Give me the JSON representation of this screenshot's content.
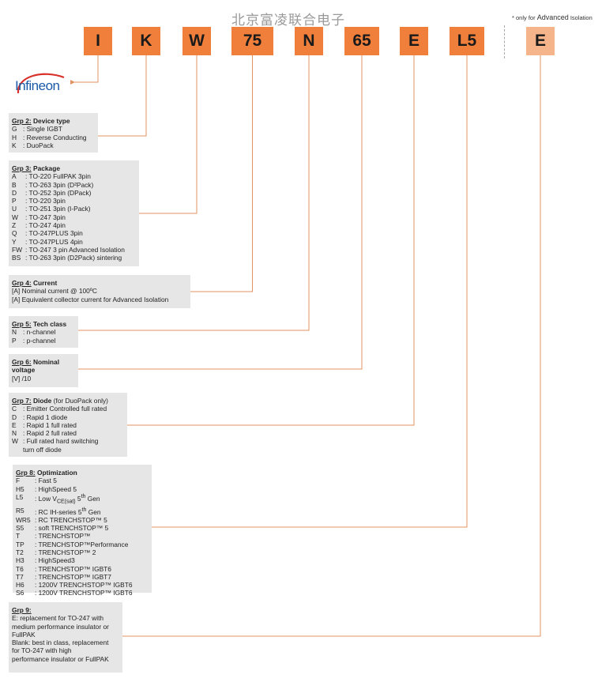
{
  "watermark": "北京富凌联合电子",
  "note": {
    "small": "* only for",
    "big": "Advanced",
    "rest": "Isolation"
  },
  "code": [
    {
      "label": "I",
      "light": false
    },
    {
      "label": "K",
      "light": false
    },
    {
      "label": "W",
      "light": false
    },
    {
      "label": "75",
      "light": false
    },
    {
      "label": "N",
      "light": false
    },
    {
      "label": "65",
      "light": false
    },
    {
      "label": "E",
      "light": false
    },
    {
      "label": "L5",
      "light": false
    },
    {
      "label": "E",
      "light": true
    }
  ],
  "logo": {
    "text": "Infineon",
    "brand_color": "#1b5aa8",
    "swoosh_color": "#d9302b"
  },
  "colors": {
    "accent": "#f07f3c",
    "accent_light": "#f6b48a",
    "panel": "#e6e6e6",
    "connector": "#e09360"
  },
  "groups": [
    {
      "title_u": "Grp 2:",
      "title": " Device type",
      "title_suffix": "",
      "rows": [
        [
          "G",
          ": Single IGBT"
        ],
        [
          "H",
          ": Reverse Conducting"
        ],
        [
          "K",
          ": DuoPack"
        ]
      ]
    },
    {
      "title_u": "Grp 3:",
      "title": " Package",
      "title_suffix": "",
      "rows": [
        [
          "A",
          ": TO-220 FullPAK 3pin"
        ],
        [
          "B",
          ": TO-263 3pin (D²Pack)"
        ],
        [
          "D",
          ": TO-252 3pin (DPack)"
        ],
        [
          "P",
          ": TO-220 3pin"
        ],
        [
          "U",
          ": TO-251 3pin (I-Pack)"
        ],
        [
          "W",
          ": TO-247 3pin"
        ],
        [
          "Z",
          ": TO-247 4pin"
        ],
        [
          "Q",
          ": TO-247PLUS 3pin"
        ],
        [
          "Y",
          ": TO-247PLUS 4pin"
        ],
        [
          "FW",
          ": TO-247 3 pin Advanced Isolation"
        ],
        [
          "BS",
          ": TO-263 3pin (D2Pack) sintering"
        ]
      ]
    },
    {
      "title_u": "Grp 4:",
      "title": " Current",
      "title_suffix": "",
      "lines": [
        "[A] Nominal current @ 100ºC",
        "[A]  Equivalent collector current for Advanced Isolation"
      ]
    },
    {
      "title_u": "Grp 5:",
      "title": " Tech class",
      "title_suffix": "",
      "rows": [
        [
          "N",
          ": n-channel"
        ],
        [
          "P",
          ": p-channel"
        ]
      ]
    },
    {
      "title_u": "Grp 6:",
      "title": " Nominal voltage",
      "title_suffix": "",
      "lines": [
        "[V] /10"
      ]
    },
    {
      "title_u": "Grp 7:",
      "title": " Diode",
      "title_suffix": "  (for DuoPack only)",
      "rows": [
        [
          "C",
          ": Emitter Controlled full rated"
        ],
        [
          "D",
          ": Rapid 1 diode"
        ],
        [
          "E",
          ": Rapid 1 full rated"
        ],
        [
          "N",
          ": Rapid 2 full rated"
        ],
        [
          "W",
          ": Full rated hard switching"
        ],
        [
          "",
          "  turn off diode"
        ]
      ]
    },
    {
      "title_u": "Grp 8:",
      "title": " Optimization",
      "title_suffix": "",
      "rows": [
        [
          "F",
          ": Fast 5"
        ],
        [
          "H5",
          ": HighSpeed 5"
        ],
        [
          "L5",
          ": Low V<sub>CE(sat)</sub> 5<sup>th</sup> Gen"
        ],
        [
          "R5",
          ": RC IH-series 5<sup>th</sup> Gen"
        ],
        [
          "WR5",
          ": RC TRENCHSTOP™ 5"
        ],
        [
          "S5",
          ": soft TRENCHSTOP™ 5"
        ],
        [
          "T",
          ": TRENCHSTOP™"
        ],
        [
          "TP",
          ": TRENCHSTOP™Performance"
        ],
        [
          "T2",
          ": TRENCHSTOP™ 2"
        ],
        [
          "H3",
          ": HighSpeed3"
        ],
        [
          "T6",
          ": TRENCHSTOP™ IGBT6"
        ],
        [
          "T7",
          ": TRENCHSTOP™ IGBT7"
        ],
        [
          "H6",
          ": 1200V  TRENCHSTOP™ IGBT6"
        ],
        [
          "S6",
          ": 1200V TRENCHSTOP™ IGBT6"
        ]
      ]
    },
    {
      "title_u": "Grp 9:",
      "title": "",
      "title_suffix": "",
      "lines": [
        "E: replacement for TO-247 with",
        "medium performance insulator or",
        "FullPAK",
        "Blank: best in class, replacement",
        "for TO-247  with high",
        "performance insulator or FullPAK"
      ]
    }
  ]
}
